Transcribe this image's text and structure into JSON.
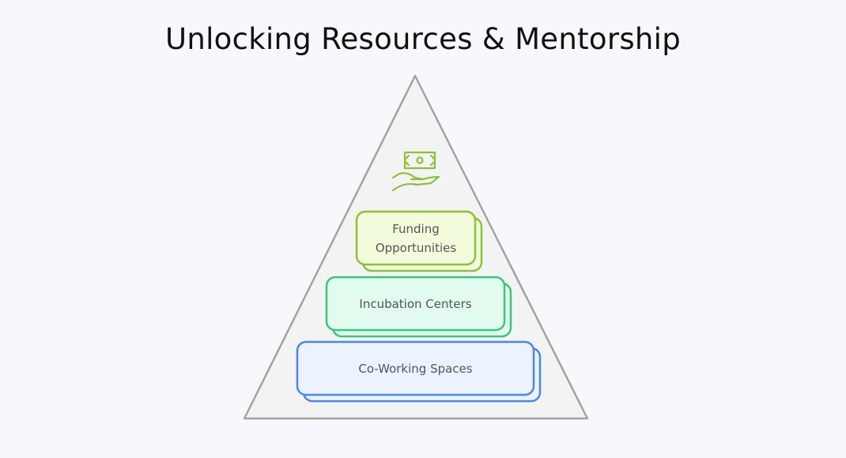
{
  "title": "Unlocking Resources & Mentorship",
  "levels": [
    {
      "label_line1": "Funding",
      "label_line2": "Opportunities",
      "stroke": "#8fbf3a",
      "fill": "#f2fcdc",
      "icon": "money-hand-icon"
    },
    {
      "label": "Incubation Centers",
      "stroke": "#3cc47c",
      "fill": "#e2fbee"
    },
    {
      "label": "Co-Working Spaces",
      "stroke": "#4b87e6",
      "fill": "#ecf3fe"
    }
  ]
}
